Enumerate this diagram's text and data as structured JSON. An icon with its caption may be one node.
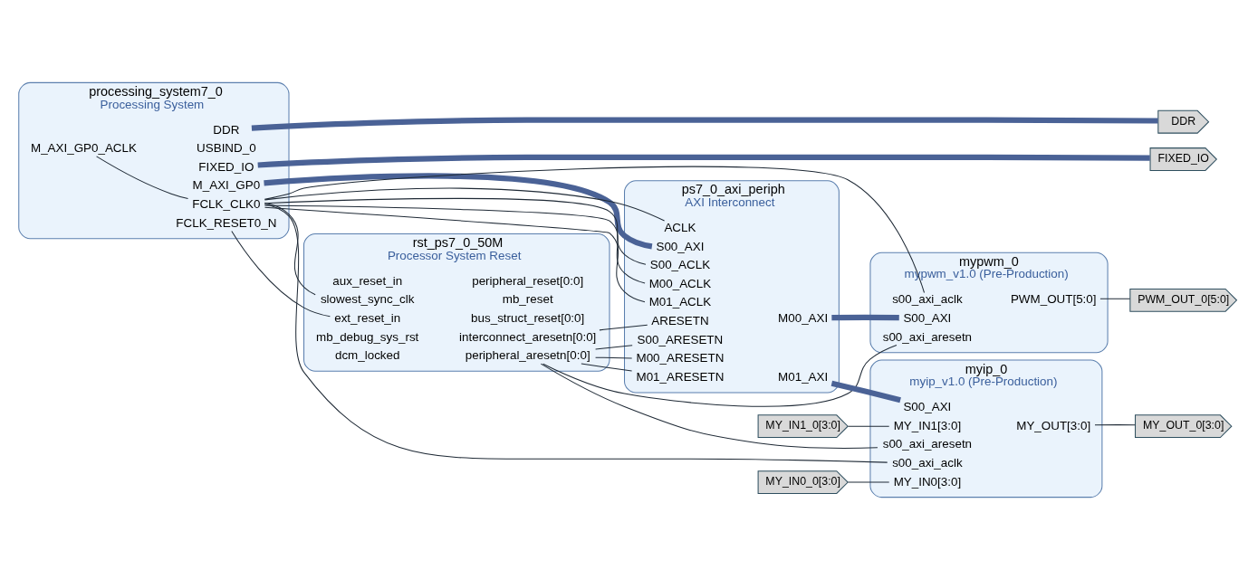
{
  "diagram": {
    "nodes": [
      {
        "text": [
          "rst_ps7_0_50M",
          "Processor System Reset"
        ]
      },
      {
        "text": [
          "slowest_sync_clk"
        ],
        "in": 0
      },
      {
        "text": [
          "ext_reset_in"
        ],
        "in": 0
      },
      {
        "text": [
          "aux_reset_in"
        ],
        "in": 0
      },
      {
        "text": [
          "mb_debug_sys_rst"
        ],
        "in": 0
      },
      {
        "text": [
          "dcm_locked"
        ],
        "in": 0
      },
      {
        "text": [
          "mb_reset"
        ],
        "in": 0
      },
      {
        "text": [
          "bus_struct_reset[0:0]"
        ],
        "in": 0
      },
      {
        "text": [
          "peripheral_reset[0:0]"
        ],
        "in": 0
      },
      {
        "text": [
          "interconnect_aresetn[0:0]"
        ],
        "in": 0
      },
      {
        "text": [
          "peripheral_aresetn[0:0]"
        ],
        "in": 0
      },
      {
        "text": [
          "ps7_0_axi_periph",
          "AXI Interconnect"
        ]
      },
      {
        "text": [
          "S00_AXI"
        ],
        "in": 11
      },
      {
        "text": [
          "ACLK"
        ],
        "in": 11
      },
      {
        "text": [
          "ARESETN"
        ],
        "in": 11
      },
      {
        "text": [
          "S00_ACLK"
        ],
        "in": 11
      },
      {
        "text": [
          "S00_ARESETN"
        ],
        "in": 11
      },
      {
        "text": [
          "M00_ACLK"
        ],
        "in": 11
      },
      {
        "text": [
          "M00_ARESETN"
        ],
        "in": 11
      },
      {
        "text": [
          "M01_ACLK"
        ],
        "in": 11
      },
      {
        "text": [
          "M01_ARESETN"
        ],
        "in": 11
      },
      {
        "text": [
          "M00_AXI"
        ],
        "in": 11
      },
      {
        "text": [
          "M01_AXI"
        ],
        "in": 11
      },
      {
        "text": [
          "mypwm_0",
          "mypwm_v1.0 (Pre-Production)"
        ]
      },
      {
        "text": [
          "S00_AXI"
        ],
        "in": 23
      },
      {
        "text": [
          "s00_axi_aclk"
        ],
        "in": 23
      },
      {
        "text": [
          "s00_axi_aresetn"
        ],
        "in": 23
      },
      {
        "text": [
          "PWM_OUT[5:0]"
        ],
        "in": 23
      },
      {
        "text": [
          "PWM_OUT_0[5:0]"
        ]
      },
      {
        "text": [
          "processing_system7_0",
          "Processing System"
        ]
      },
      {
        "text": [
          "M_AXI_GP0_ACLK"
        ],
        "in": 29
      },
      {
        "text": [
          "DDR"
        ],
        "in": 29
      },
      {
        "text": [
          "FIXED_IO"
        ],
        "in": 29
      },
      {
        "text": [
          "USBIND_0"
        ],
        "in": 29
      },
      {
        "text": [
          "M_AXI_GP0"
        ],
        "in": 29
      },
      {
        "text": [
          "FCLK_CLK0"
        ],
        "in": 29
      },
      {
        "text": [
          "FCLK_RESET0_N"
        ],
        "in": 29
      },
      {
        "text": [
          "DDR"
        ]
      },
      {
        "text": [
          "FIXED_IO"
        ]
      },
      {
        "text": [
          "MY_IN0_0[3:0]"
        ]
      },
      {
        "text": [
          "myip_0",
          "myip_v1.0 (Pre-Production)"
        ]
      },
      {
        "text": [
          "S00_AXI"
        ],
        "in": 40
      },
      {
        "text": [
          "MY_IN0[3:0]"
        ],
        "in": 40
      },
      {
        "text": [
          "MY_IN1[3:0]"
        ],
        "in": 40
      },
      {
        "text": [
          "s00_axi_aclk"
        ],
        "in": 40
      },
      {
        "text": [
          "s00_axi_aresetn"
        ],
        "in": 40
      },
      {
        "text": [
          "MY_OUT[3:0]"
        ],
        "in": 40
      },
      {
        "text": [
          "MY_OUT_0[3:0]"
        ]
      },
      {
        "text": [
          "MY_IN1_0[3:0]"
        ]
      }
    ],
    "edges": [
      {
        "from": 35,
        "to": 1,
        "arrow": "none"
      },
      {
        "from": 35,
        "to": 30,
        "arrow": "none"
      },
      {
        "from": 35,
        "to": 13,
        "arrow": "none"
      },
      {
        "from": 35,
        "to": 15,
        "arrow": "none"
      },
      {
        "from": 35,
        "to": 17,
        "arrow": "none"
      },
      {
        "from": 35,
        "to": 19,
        "arrow": "none"
      },
      {
        "from": 35,
        "to": 25,
        "arrow": "none"
      },
      {
        "from": 35,
        "to": 44,
        "arrow": "none"
      },
      {
        "from": 36,
        "to": 2,
        "arrow": "none"
      },
      {
        "from": 9,
        "to": 14,
        "arrow": "none"
      },
      {
        "from": 10,
        "to": 16,
        "arrow": "none"
      },
      {
        "from": 10,
        "to": 18,
        "arrow": "none"
      },
      {
        "from": 10,
        "to": 20,
        "arrow": "none"
      },
      {
        "from": 10,
        "to": 26,
        "arrow": "none"
      },
      {
        "from": 10,
        "to": 45,
        "arrow": "none"
      },
      {
        "from": 34,
        "to": 12,
        "arrow": "none",
        "style": "thick",
        "color": "#4a6296"
      },
      {
        "from": 21,
        "to": 24,
        "arrow": "none",
        "style": "thick",
        "color": "#4a6296"
      },
      {
        "from": 22,
        "to": 41,
        "arrow": "none",
        "style": "thick",
        "color": "#4a6296"
      },
      {
        "from": 31,
        "to": 37,
        "arrow": "none",
        "style": "thick",
        "color": "#4a6296"
      },
      {
        "from": 32,
        "to": 38,
        "arrow": "none",
        "style": "thick",
        "color": "#4a6296"
      },
      {
        "from": 27,
        "to": 28,
        "arrow": "none"
      },
      {
        "from": 39,
        "to": 42,
        "arrow": "none"
      },
      {
        "from": 48,
        "to": 43,
        "arrow": "none"
      },
      {
        "from": 46,
        "to": 47,
        "arrow": "none"
      }
    ]
  }
}
